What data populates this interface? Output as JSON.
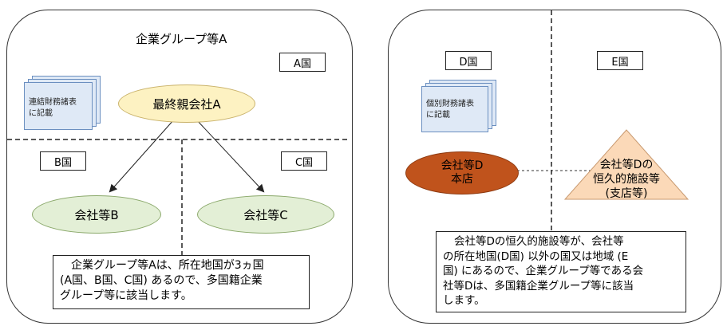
{
  "left": {
    "title": "企業グループ等A",
    "country_a": "A国",
    "country_b": "B国",
    "country_c": "C国",
    "doc_label_1": "連結財務諸表",
    "doc_label_2": "に記載",
    "parent": "最終親会社A",
    "company_b": "会社等B",
    "company_c": "会社等C",
    "note_lines": [
      "企業グループ等Aは、所在地国が3ヵ国",
      "(A国、B国、C国) あるので、多国籍企業",
      "グループ等に該当します。"
    ]
  },
  "right": {
    "country_d": "D国",
    "country_e": "E国",
    "doc_label_1": "個別財務諸表",
    "doc_label_2": "に記載",
    "hq_line1": "会社等D",
    "hq_line2": "本店",
    "pe_line1": "会社等Dの",
    "pe_line2": "恒久的施設等",
    "pe_line3": "(支店等)",
    "note_lines": [
      "会社等Dの恒久的施設等が、会社等",
      "の所在地国(D国) 以外の国又は地域 (E",
      "国) にあるので、企業グループ等である会",
      "社等Dは、多国籍企業グループ等に該当",
      "します。"
    ]
  },
  "colors": {
    "ellipse_green": "#e3efd6",
    "ellipse_yellow": "#fdf2c2",
    "hq_brown": "#c0531c",
    "pe_peach": "#fbd9b8",
    "doc_blue": "#dfe9f6"
  }
}
